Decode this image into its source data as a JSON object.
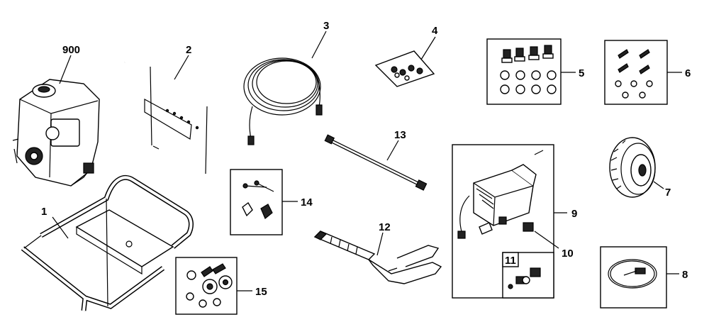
{
  "diagram": {
    "callouts": {
      "c900": "900",
      "c2": "2",
      "c3": "3",
      "c4": "4",
      "c5": "5",
      "c6": "6",
      "c13": "13",
      "c14": "14",
      "c1": "1",
      "c12": "12",
      "c9": "9",
      "c10": "10",
      "c11": "11",
      "c7": "7",
      "c8": "8",
      "c15": "15"
    }
  }
}
